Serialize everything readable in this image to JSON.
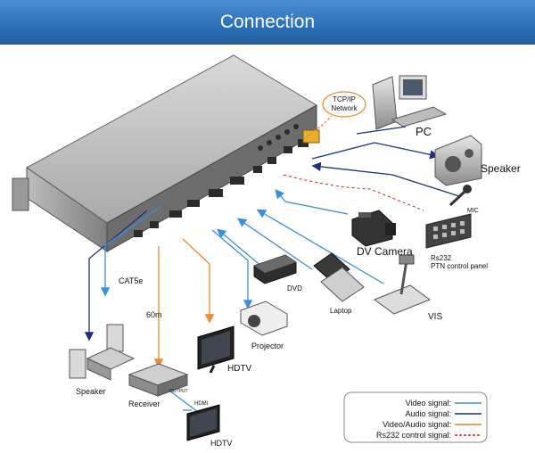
{
  "header": {
    "title": "Connection"
  },
  "network": {
    "line1": "TCP/IP",
    "line2": "Network"
  },
  "devices": {
    "pc": "PC",
    "speaker_right": "Speaker",
    "mic": "MIC",
    "rs232_panel_line1": "Rs232",
    "rs232_panel_line2": "PTN control panel",
    "dv_camera": "DV Camera",
    "dvd": "DVD",
    "laptop": "Laptop",
    "vis": "VIS",
    "projector": "Projector",
    "hdtv_main": "HDTV",
    "hdtv_remote": "HDTV",
    "speaker_left": "Speaker",
    "receiver": "Receiver",
    "receiver_output": "OUTPUT",
    "hdmi": "HDMI",
    "cat5e": "CAT5e",
    "distance": "60m"
  },
  "legend": {
    "items": [
      {
        "label": "Video signal:",
        "color": "#3a8fd8",
        "style": "solid"
      },
      {
        "label": "Audio signal:",
        "color": "#1f2f7a",
        "style": "solid"
      },
      {
        "label": "Video/Audio signal:",
        "color": "#e8892a",
        "style": "solid"
      },
      {
        "label": "Rs232 control signal:",
        "color": "#d02020",
        "style": "dashed"
      }
    ]
  },
  "colors": {
    "video": "#3a8fd8",
    "audio": "#1f2f7a",
    "av": "#e8892a",
    "rs232": "#d02020"
  }
}
